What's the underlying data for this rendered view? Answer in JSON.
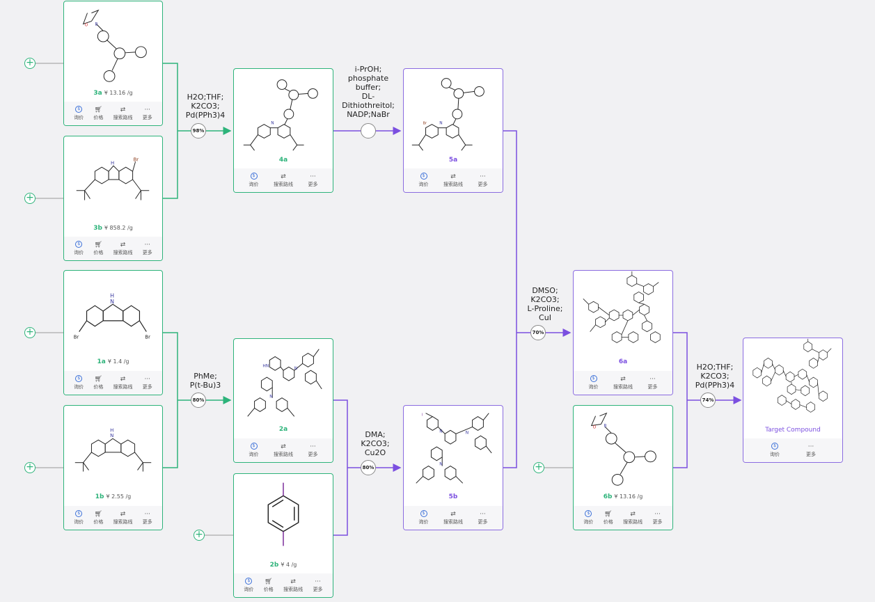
{
  "colors": {
    "starting": "#2db37a",
    "intermediate": "#7b4fe0"
  },
  "icons": {
    "inquiry": "price-inquiry-icon",
    "price": "cart-icon",
    "route": "route-icon",
    "more": "more-dots-icon"
  },
  "compounds": {
    "c3a": {
      "name": "3a",
      "price": "¥ 13.16 /g"
    },
    "c3b": {
      "name": "3b",
      "price": "¥ 858.2 /g"
    },
    "c1a": {
      "name": "1a",
      "price": "¥ 1.4 /g"
    },
    "c1b": {
      "name": "1b",
      "price": "¥ 2.55 /g"
    },
    "c4a": {
      "name": "4a"
    },
    "c2a": {
      "name": "2a"
    },
    "c2b": {
      "name": "2b",
      "price": "¥ 4 /g"
    },
    "c5a": {
      "name": "5a"
    },
    "c5b": {
      "name": "5b"
    },
    "c6a": {
      "name": "6a"
    },
    "c6b": {
      "name": "6b",
      "price": "¥ 13.16 /g"
    },
    "target": {
      "name": "Target Compound"
    }
  },
  "actions": {
    "inquiry": "询价",
    "price": "价格",
    "route": "搜索路线",
    "more": "更多"
  },
  "reactions": {
    "r1": {
      "conditions": "H2O;THF;\nK2CO3;\nPd(PPh3)4",
      "yield": "98%"
    },
    "r2": {
      "conditions": "PhMe;\nP(t-Bu)3",
      "yield": "80%"
    },
    "r3": {
      "conditions": "i-PrOH;\nphosphate\nbuffer;\nDL-\nDithiothreitol;\nNADP;NaBr",
      "yield": ""
    },
    "r4": {
      "conditions": "DMA;\nK2CO3;\nCu2O",
      "yield": "80%"
    },
    "r5": {
      "conditions": "DMSO;\nK2CO3;\nL-Proline;\nCuI",
      "yield": "70%"
    },
    "r6": {
      "conditions": "H2O;THF;\nK2CO3;\nPd(PPh3)4",
      "yield": "74%"
    }
  }
}
